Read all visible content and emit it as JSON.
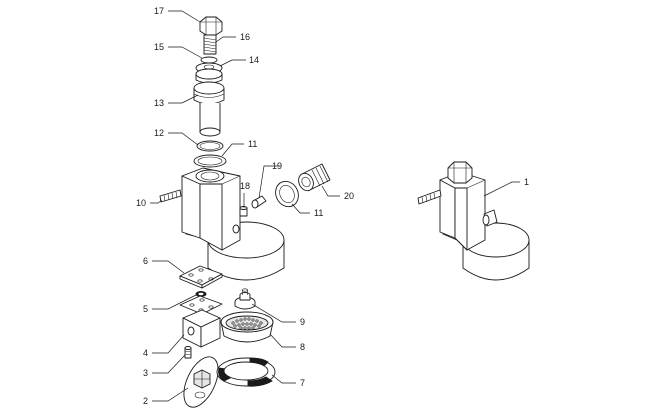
{
  "diagram": {
    "callouts": {
      "p1": "1",
      "p2": "2",
      "p3": "3",
      "p4": "4",
      "p5": "5",
      "p6": "6",
      "p7": "7",
      "p8": "8",
      "p9": "9",
      "p10": "10",
      "p11a": "11",
      "p11b": "11",
      "p12": "12",
      "p13": "13",
      "p14": "14",
      "p15": "15",
      "p16": "16",
      "p17": "17",
      "p18": "18",
      "p19": "19",
      "p20": "20"
    },
    "colors": {
      "ink": "#1a1a1a",
      "background": "#ffffff",
      "shade": "#e6e6e6"
    }
  }
}
